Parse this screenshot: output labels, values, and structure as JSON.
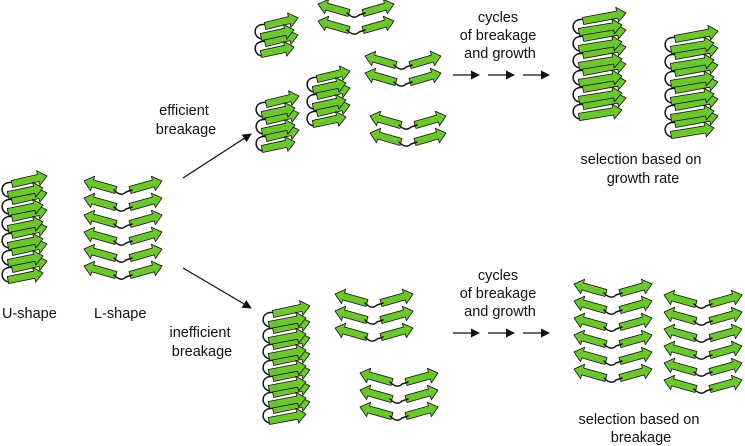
{
  "labels": {
    "u_shape": "U-shape",
    "l_shape": "L-shape",
    "efficient": [
      "efficient",
      "breakage"
    ],
    "inefficient": [
      "inefficient",
      "breakage"
    ],
    "cycles_top": [
      "cycles",
      "of breakage",
      "and growth"
    ],
    "cycles_bottom": [
      "cycles",
      "of breakage",
      "and growth"
    ],
    "selection_growth": [
      "selection based on",
      "growth rate"
    ],
    "selection_breakage": [
      "selection based on",
      "breakage"
    ]
  },
  "colors": {
    "strand_fill": "#6cc62e",
    "strand_stroke": "#111111",
    "loop_stroke": "#111111",
    "arrow": "#111111"
  }
}
